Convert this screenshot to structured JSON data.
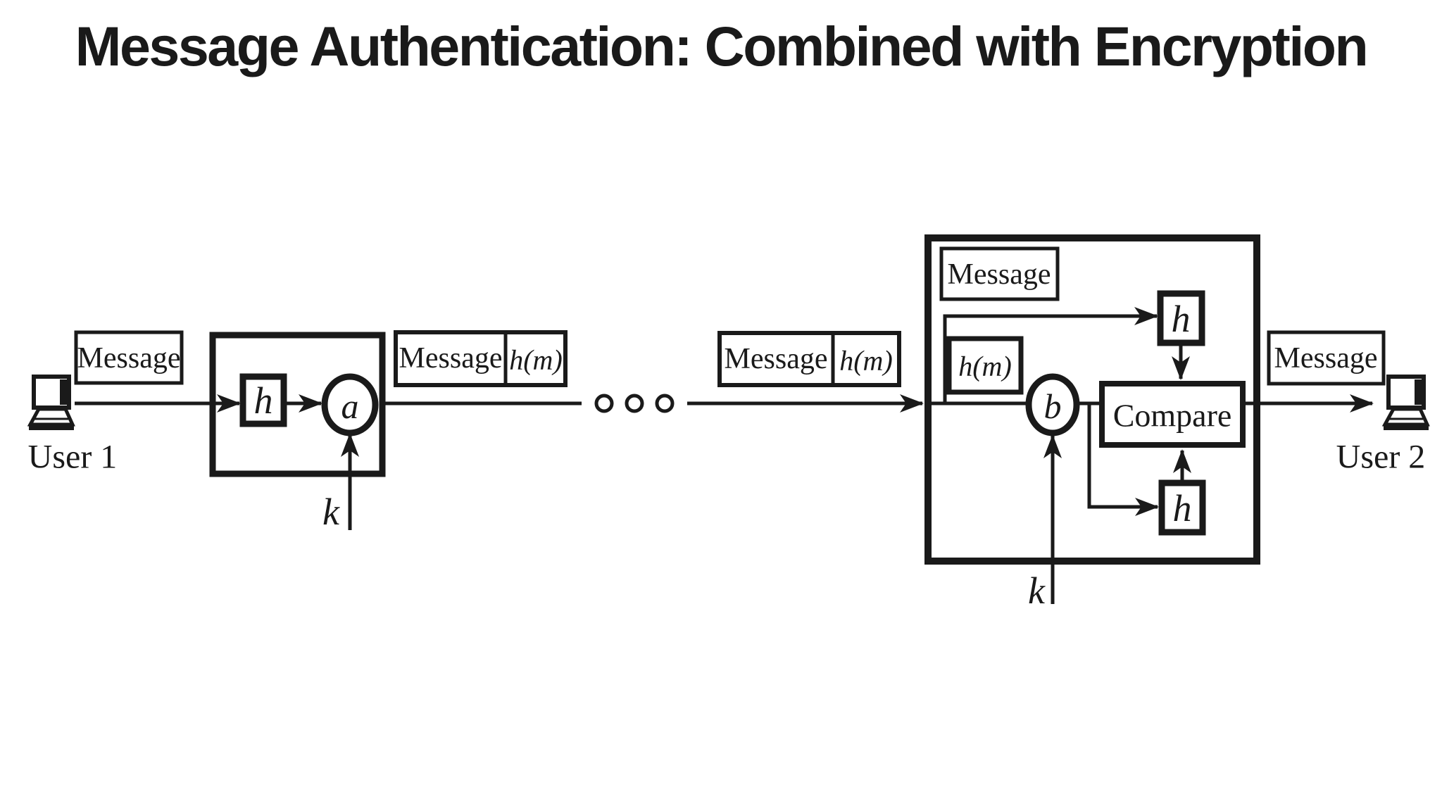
{
  "slide": {
    "title": "Message Authentication: Combined with Encryption"
  },
  "colors": {
    "ink": "#1a1a1a",
    "background": "#ffffff"
  },
  "diagram": {
    "sender": {
      "user_label": "User 1",
      "message_label": "Message",
      "hash_function_label": "h",
      "encrypt_label": "a",
      "key_label": "k"
    },
    "channel": {
      "packet_message_label": "Message",
      "packet_digest_label": "h(m)",
      "transmission_dots": 3
    },
    "receiver": {
      "message_label": "Message",
      "received_digest_label": "h(m)",
      "decrypt_label": "b",
      "hash_function_label": "h",
      "recomputed_hash_label": "h",
      "compare_label": "Compare",
      "key_label": "k",
      "output_message_label": "Message",
      "user_label": "User 2"
    }
  }
}
